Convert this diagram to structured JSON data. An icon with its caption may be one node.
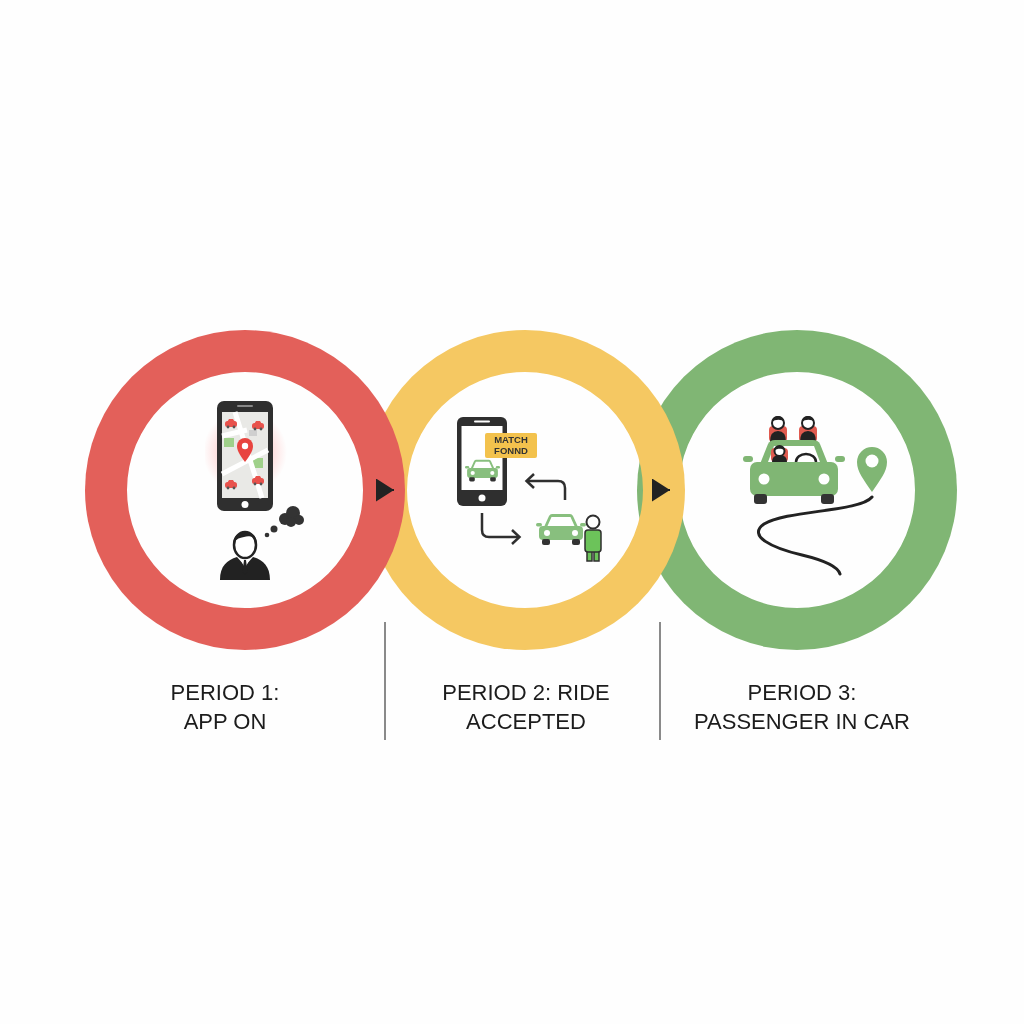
{
  "diagram": {
    "nodes": [
      {
        "text": [],
        "shape": "circle",
        "beside": [
          "PERIOD 1: APP ON"
        ]
      },
      {
        "text": [],
        "shape": "circle",
        "beside": [
          "PERIOD 2: RIDE ACCEPTED"
        ]
      },
      {
        "text": [],
        "shape": "circle",
        "beside": [
          "PERIOD 3: PASSENGER IN CAR"
        ]
      }
    ],
    "edges": [
      {
        "from": 0,
        "to": 1,
        "arrow": "to"
      },
      {
        "from": 1,
        "to": 2,
        "arrow": "to"
      }
    ],
    "labels": [
      "MATCH FONND"
    ]
  }
}
